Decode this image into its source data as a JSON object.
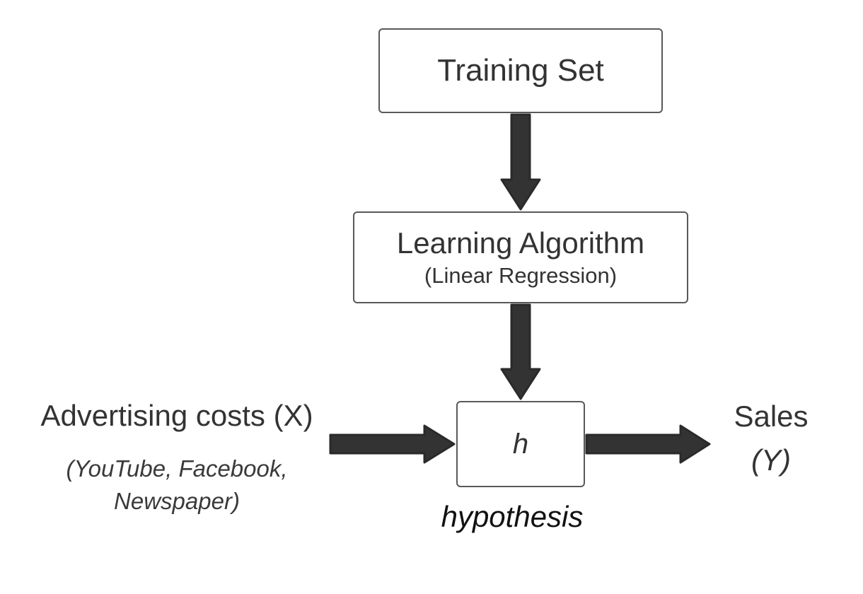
{
  "nodes": {
    "training_set": {
      "label": "Training Set"
    },
    "learning_algorithm": {
      "label": "Learning Algorithm",
      "sublabel": "(Linear Regression)"
    },
    "hypothesis": {
      "symbol": "h",
      "caption": "hypothesis"
    }
  },
  "input": {
    "title": "Advertising costs (X)",
    "detail_line1": "(YouTube, Facebook,",
    "detail_line2": "Newspaper)"
  },
  "output": {
    "title": "Sales",
    "detail": "(Y)"
  },
  "colors": {
    "arrow": "#333333",
    "border": "#595959",
    "text": "#333333"
  }
}
